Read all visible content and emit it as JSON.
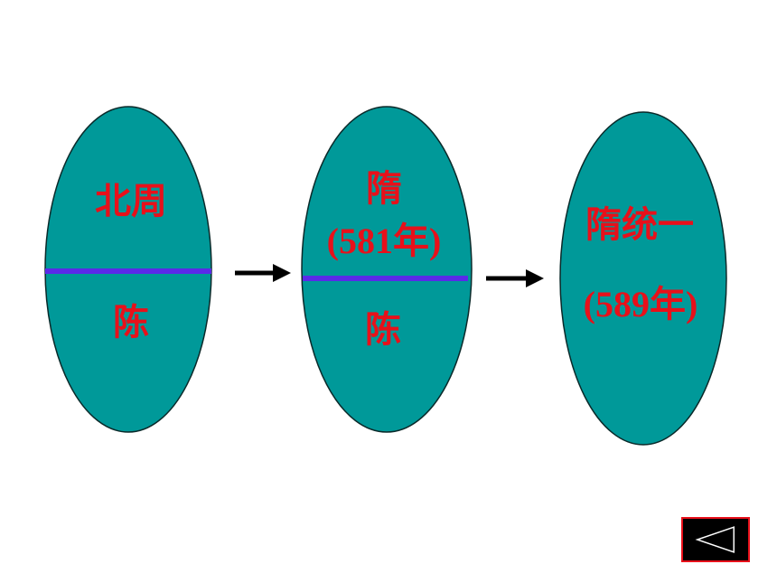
{
  "colors": {
    "ellipse_fill": "#009999",
    "ellipse_stroke": "#0a2a2a",
    "divider": "#5a2ae8",
    "text": "#e8101a",
    "arrow": "#000000",
    "button_bg": "#000000",
    "button_border": "#e8101a"
  },
  "nodes": [
    {
      "top": "北周",
      "bottom": "陈"
    },
    {
      "top": "隋",
      "top_year": "(581年)",
      "bottom": "陈"
    },
    {
      "line1": "隋统一",
      "line2": "(589年)"
    }
  ],
  "nav": {
    "back_icon": "triangle-left-icon"
  }
}
